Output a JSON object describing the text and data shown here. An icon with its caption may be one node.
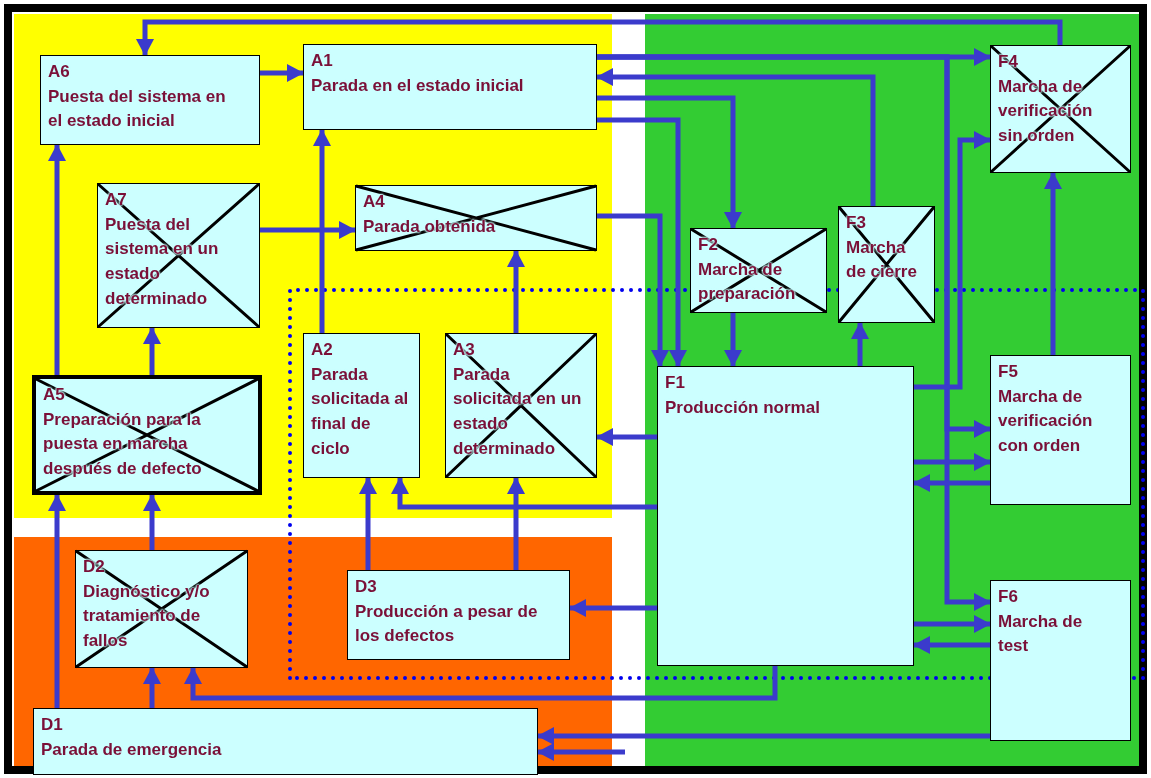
{
  "diagram": {
    "nodes": [
      {
        "text": [
          "A6",
          "Puesta del sistema en el estado inicial"
        ]
      },
      {
        "text": [
          "A1",
          "Parada en el estado inicial"
        ]
      },
      {
        "text": [
          "A7",
          "Puesta del sistema en un estado determinado"
        ]
      },
      {
        "text": [
          "A4",
          "Parada obtenida"
        ]
      },
      {
        "text": [
          "A2",
          "Parada solicitada al final de ciclo"
        ]
      },
      {
        "text": [
          "A3",
          "Parada solicitada en un estado determinado"
        ]
      },
      {
        "text": [
          "A5",
          "Preparación para la puesta en marcha después de  defecto"
        ]
      },
      {
        "text": [
          "D2",
          "Diagnóstico y/o tratamiento de fallos"
        ]
      },
      {
        "text": [
          "D3",
          "Producción a pesar de los defectos"
        ]
      },
      {
        "text": [
          "D1",
          "Parada de emergencia"
        ]
      },
      {
        "text": [
          "F4",
          "Marcha de verificación sin orden"
        ]
      },
      {
        "text": [
          "F2",
          "Marcha de preparación"
        ]
      },
      {
        "text": [
          "F3",
          "Marcha de cierre"
        ]
      },
      {
        "text": [
          "F1",
          "Producción normal"
        ]
      },
      {
        "text": [
          "F5",
          "Marcha de verificación con orden"
        ]
      },
      {
        "text": [
          "F6",
          "Marcha de test"
        ]
      }
    ],
    "edges": [
      {
        "from": 0,
        "to": 1,
        "arrow": "to"
      },
      {
        "from": 10,
        "to": 0,
        "arrow": "to"
      },
      {
        "from": 1,
        "to": 10,
        "arrow": "to"
      },
      {
        "from": 1,
        "to": 14,
        "arrow": "to"
      },
      {
        "from": 1,
        "to": 15,
        "arrow": "to"
      },
      {
        "from": 12,
        "to": 1,
        "arrow": "to"
      },
      {
        "from": 1,
        "to": 11,
        "arrow": "to"
      },
      {
        "from": 1,
        "to": 13,
        "arrow": "to"
      },
      {
        "from": 3,
        "to": 13,
        "arrow": "to"
      },
      {
        "from": 11,
        "to": 13,
        "arrow": "to"
      },
      {
        "from": 13,
        "to": 12,
        "arrow": "to"
      },
      {
        "from": 2,
        "to": 3,
        "arrow": "to"
      },
      {
        "from": 4,
        "to": 1,
        "arrow": "to"
      },
      {
        "from": 5,
        "to": 3,
        "arrow": "to"
      },
      {
        "from": 6,
        "to": 2,
        "arrow": "to"
      },
      {
        "from": 6,
        "to": 0,
        "arrow": "to"
      },
      {
        "from": 13,
        "to": 5,
        "arrow": "to"
      },
      {
        "from": 13,
        "to": 4,
        "arrow": "to"
      },
      {
        "from": 8,
        "to": 4,
        "arrow": "to"
      },
      {
        "from": 8,
        "to": 5,
        "arrow": "to"
      },
      {
        "from": 7,
        "to": 6,
        "arrow": "to"
      },
      {
        "from": 9,
        "to": 6,
        "arrow": "to"
      },
      {
        "from": 9,
        "to": 7,
        "arrow": "to"
      },
      {
        "from": 13,
        "to": 7,
        "arrow": "to"
      },
      {
        "from": 13,
        "to": 8,
        "arrow": "to"
      },
      {
        "from": 15,
        "to": 9,
        "arrow": "to"
      },
      {
        "from": null,
        "to": 9,
        "arrow": "to"
      },
      {
        "from": 13,
        "to": 10,
        "arrow": "to"
      },
      {
        "from": 13,
        "to": 14,
        "arrow": "to"
      },
      {
        "from": 14,
        "to": 13,
        "arrow": "to"
      },
      {
        "from": 14,
        "to": 10,
        "arrow": "to"
      },
      {
        "from": 13,
        "to": 15,
        "arrow": "to"
      },
      {
        "from": 15,
        "to": 13,
        "arrow": "to"
      }
    ]
  }
}
